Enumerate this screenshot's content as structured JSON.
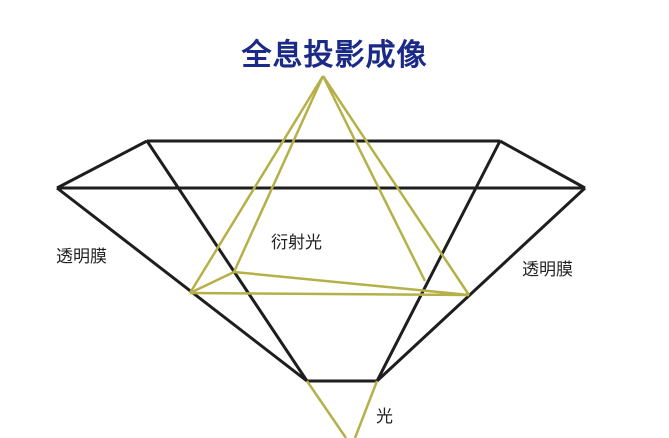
{
  "title": "全息投影成像",
  "labels": {
    "film_left": "透明膜",
    "film_right": "透明膜",
    "diffracted_light": "衍射光",
    "light": "光"
  },
  "colors": {
    "title": "#1b2a86",
    "frame": "#1e1e1e",
    "light_rays": "#b5b048",
    "text": "#222222"
  }
}
